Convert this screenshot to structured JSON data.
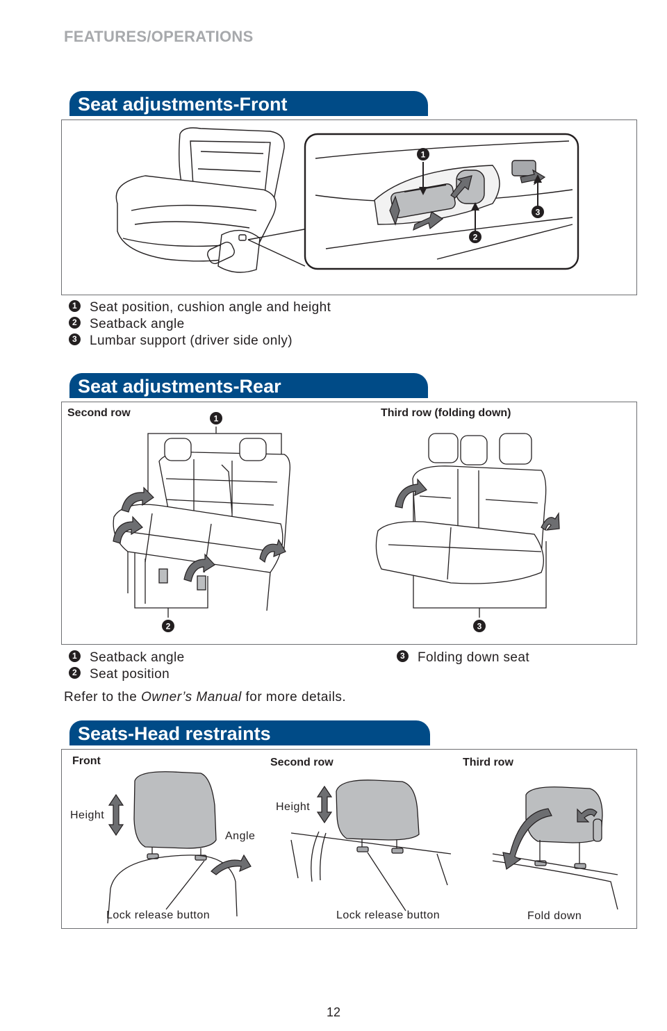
{
  "header": "FEATURES/OPERATIONS",
  "front": {
    "title": "Seat adjustments-Front",
    "legend": [
      {
        "num": "1",
        "text": "Seat position, cushion angle and height"
      },
      {
        "num": "2",
        "text": "Seatback angle"
      },
      {
        "num": "3",
        "text": "Lumbar support (driver side only)"
      }
    ],
    "callouts": [
      "1",
      "2",
      "3"
    ]
  },
  "rear": {
    "title": "Seat adjustments-Rear",
    "second_row_label": "Second row",
    "third_row_label": "Third row (folding down)",
    "callouts": [
      "1",
      "2",
      "3"
    ],
    "legend": [
      {
        "num": "1",
        "text": "Seatback angle"
      },
      {
        "num": "2",
        "text": "Seat position"
      },
      {
        "num": "3",
        "text": "Folding down seat"
      }
    ],
    "note_prefix": "Refer to the ",
    "note_italic": "Owner’s Manual",
    "note_suffix": " for more details."
  },
  "head": {
    "title": "Seats-Head restraints",
    "front_label": "Front",
    "second_label": "Second row",
    "third_label": "Third row",
    "height_label": "Height",
    "angle_label": "Angle",
    "lock_label": "Lock release button",
    "fold_label": "Fold down"
  },
  "page_number": "12"
}
